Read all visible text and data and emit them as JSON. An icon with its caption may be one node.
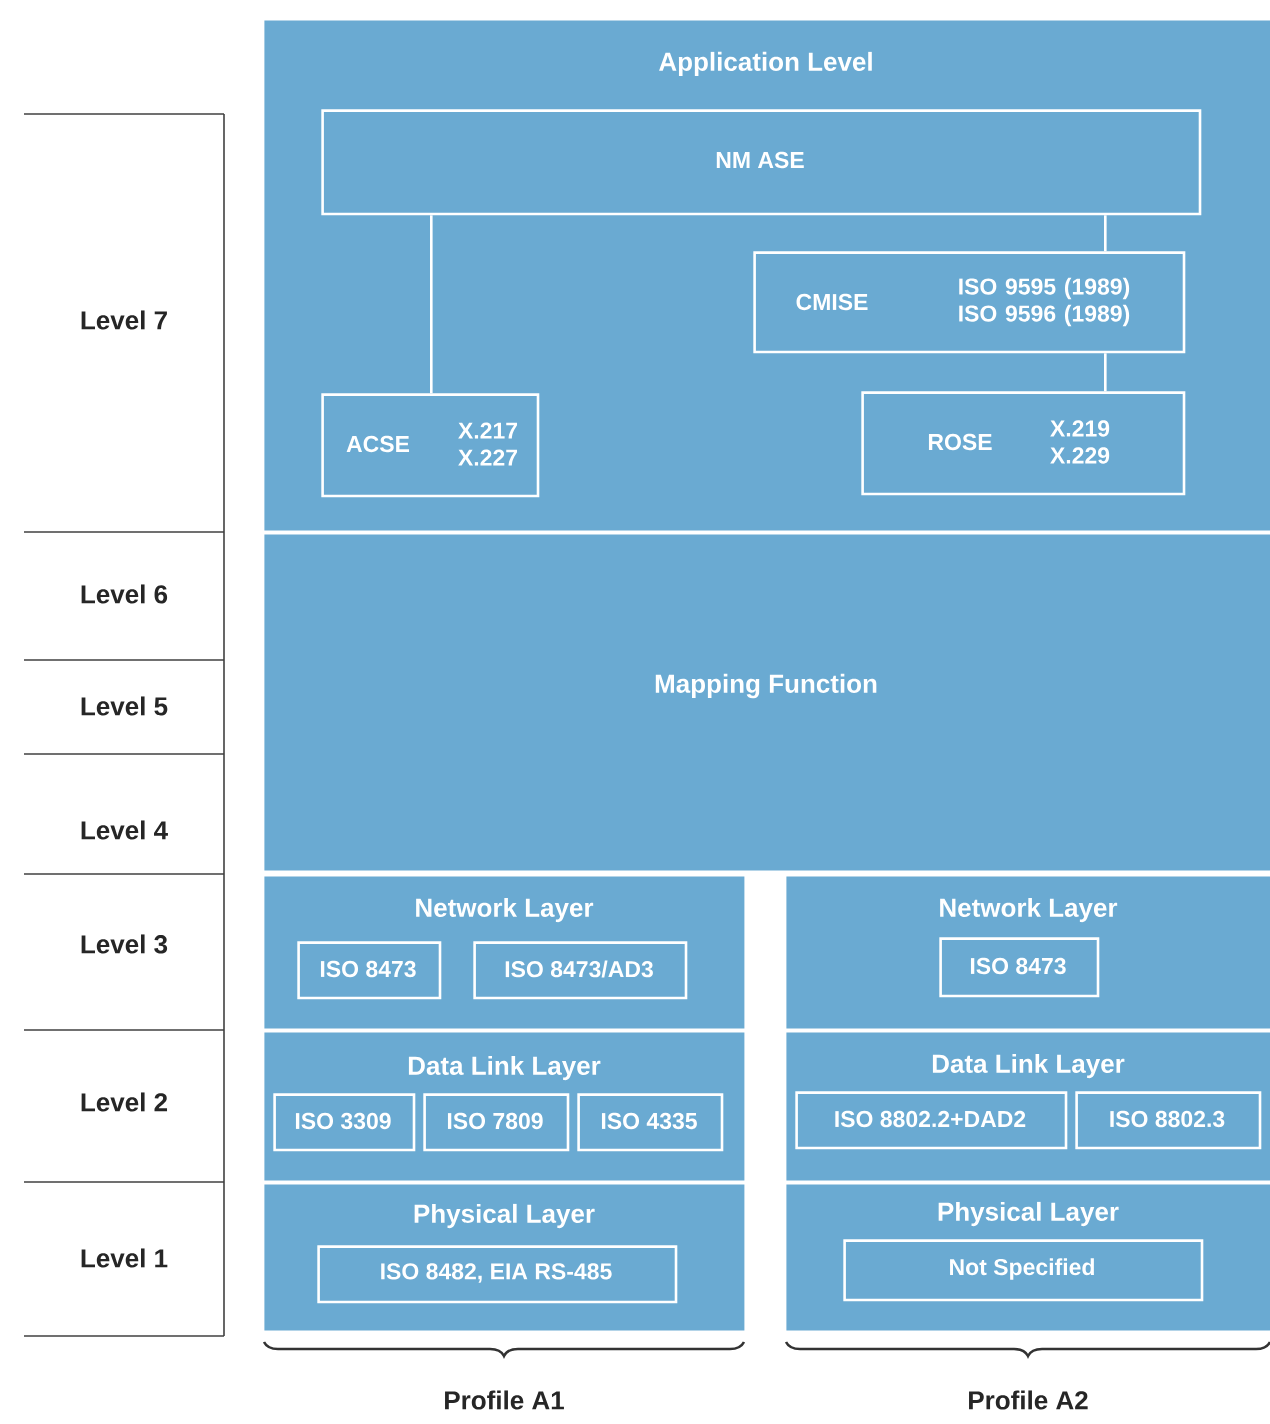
{
  "diagram": {
    "nodes": [
      {
        "text": [
          "Application Level"
        ]
      },
      {
        "text": [
          "NM ASE"
        ],
        "in": 0
      },
      {
        "text": [
          "CMISE",
          "ISO 9595 (1989) ISO 9596 (1989)"
        ],
        "in": 0
      },
      {
        "text": [
          "ACSE",
          "X.217 X.227"
        ],
        "in": 0
      },
      {
        "text": [
          "ROSE",
          "X.219 X.229"
        ],
        "in": 0
      },
      {
        "text": [
          "Mapping Function"
        ]
      },
      {
        "text": [
          "Network Layer"
        ]
      },
      {
        "text": [
          "ISO 8473"
        ],
        "in": 6
      },
      {
        "text": [
          "ISO 8473/AD3"
        ],
        "in": 6
      },
      {
        "text": [
          "Data Link Layer"
        ]
      },
      {
        "text": [
          "ISO 3309"
        ],
        "in": 9
      },
      {
        "text": [
          "ISO 7809"
        ],
        "in": 9
      },
      {
        "text": [
          "ISO 4335"
        ],
        "in": 9
      },
      {
        "text": [
          "Physical Layer"
        ]
      },
      {
        "text": [
          "ISO 8482, EIA RS-485"
        ],
        "in": 13
      },
      {
        "text": [
          "Network Layer"
        ]
      },
      {
        "text": [
          "ISO 8473"
        ],
        "in": 15
      },
      {
        "text": [
          "Data Link Layer"
        ]
      },
      {
        "text": [
          "ISO 8802.2+DAD2"
        ],
        "in": 17
      },
      {
        "text": [
          "ISO 8802.3"
        ],
        "in": 17
      },
      {
        "text": [
          "Physical Layer"
        ]
      },
      {
        "text": [
          "Not Specified"
        ],
        "in": 20
      }
    ],
    "edges": [
      {
        "from": 1,
        "to": 3,
        "arrow": "none"
      },
      {
        "from": 1,
        "to": 2,
        "arrow": "none"
      },
      {
        "from": 2,
        "to": 4,
        "arrow": "none"
      }
    ],
    "labels": [
      "Level 7",
      "Level 6",
      "Level 5",
      "Level 4",
      "Level 3",
      "Level 2",
      "Level 1",
      "Profile A1",
      "Profile A2"
    ]
  }
}
